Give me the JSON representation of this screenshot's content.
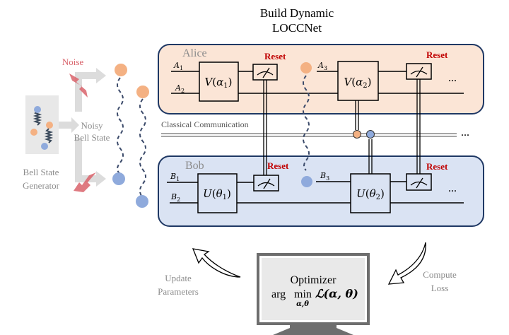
{
  "title": {
    "line1": "Build Dynamic",
    "line2": "LOCCNet"
  },
  "generator": {
    "label_line1": "Bell State",
    "label_line2": "Generator"
  },
  "noise": {
    "label": "Noise"
  },
  "noisy_bell_state": {
    "line1": "Noisy",
    "line2": "Bell State"
  },
  "alice": {
    "name": "Alice",
    "wires": {
      "a1": "A",
      "a1_sub": "1",
      "a2": "A",
      "a2_sub": "2",
      "a3": "A",
      "a3_sub": "3"
    },
    "gate1": {
      "name": "V",
      "param": "α",
      "sub": "1"
    },
    "gate2": {
      "name": "V",
      "param": "α",
      "sub": "2"
    },
    "reset1": "Reset",
    "reset2": "Reset",
    "ellipsis": "···"
  },
  "classical": {
    "label": "Classical Communication",
    "ellipsis": "···"
  },
  "bob": {
    "name": "Bob",
    "wires": {
      "b1": "B",
      "b1_sub": "1",
      "b2": "B",
      "b2_sub": "2",
      "b3": "B",
      "b3_sub": "3"
    },
    "gate1": {
      "name": "U",
      "param": "θ",
      "sub": "1"
    },
    "gate2": {
      "name": "U",
      "param": "θ",
      "sub": "2"
    },
    "reset1": "Reset",
    "reset2": "Reset",
    "ellipsis": "···"
  },
  "optimizer": {
    "line1": "Optimizer",
    "arg": "arg",
    "min": "min",
    "min_sub": "α,θ",
    "loss": "ℒ(α, θ)"
  },
  "update": {
    "line1": "Update",
    "line2": "Parameters"
  },
  "compute": {
    "line1": "Compute",
    "line2": "Loss"
  },
  "colors": {
    "alice_bg": "#fbe5d6",
    "bob_bg": "#dae3f3",
    "panel_border": "#1f3864",
    "reset_red": "#c00000",
    "noise_red": "#d9636b",
    "orange_qubit": "#f4b183",
    "blue_qubit": "#8faadc",
    "gray_text": "#8c8c8c"
  }
}
